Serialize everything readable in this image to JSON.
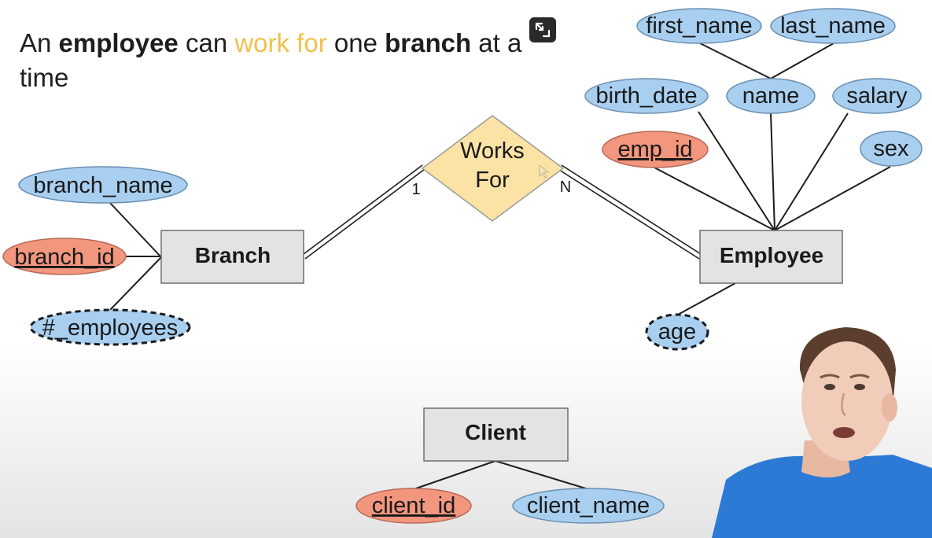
{
  "title": {
    "part1": "An ",
    "bold1": "employee",
    "part2": " can ",
    "highlight": "work for",
    "part3": " one ",
    "bold2": "branch",
    "part4": " at a time"
  },
  "entities": {
    "branch": "Branch",
    "employee": "Employee",
    "client": "Client"
  },
  "relationship": {
    "line1": "Works",
    "line2": "For",
    "card_branch": "1",
    "card_employee": "N"
  },
  "attributes": {
    "branch_name": "branch_name",
    "branch_id": "branch_id",
    "num_employees": "#_employees",
    "first_name": "first_name",
    "last_name": "last_name",
    "birth_date": "birth_date",
    "name": "name",
    "salary": "salary",
    "emp_id": "emp_id",
    "sex": "sex",
    "age": "age",
    "client_id": "client_id",
    "client_name": "client_name"
  },
  "colors": {
    "attribute": "#a8cff0",
    "key_attribute": "#f2967e",
    "entity": "#e3e3e3",
    "relationship": "#fbe3a5",
    "highlight": "#f2c14a"
  },
  "icons": {
    "expand": "exit-fullscreen-icon"
  }
}
